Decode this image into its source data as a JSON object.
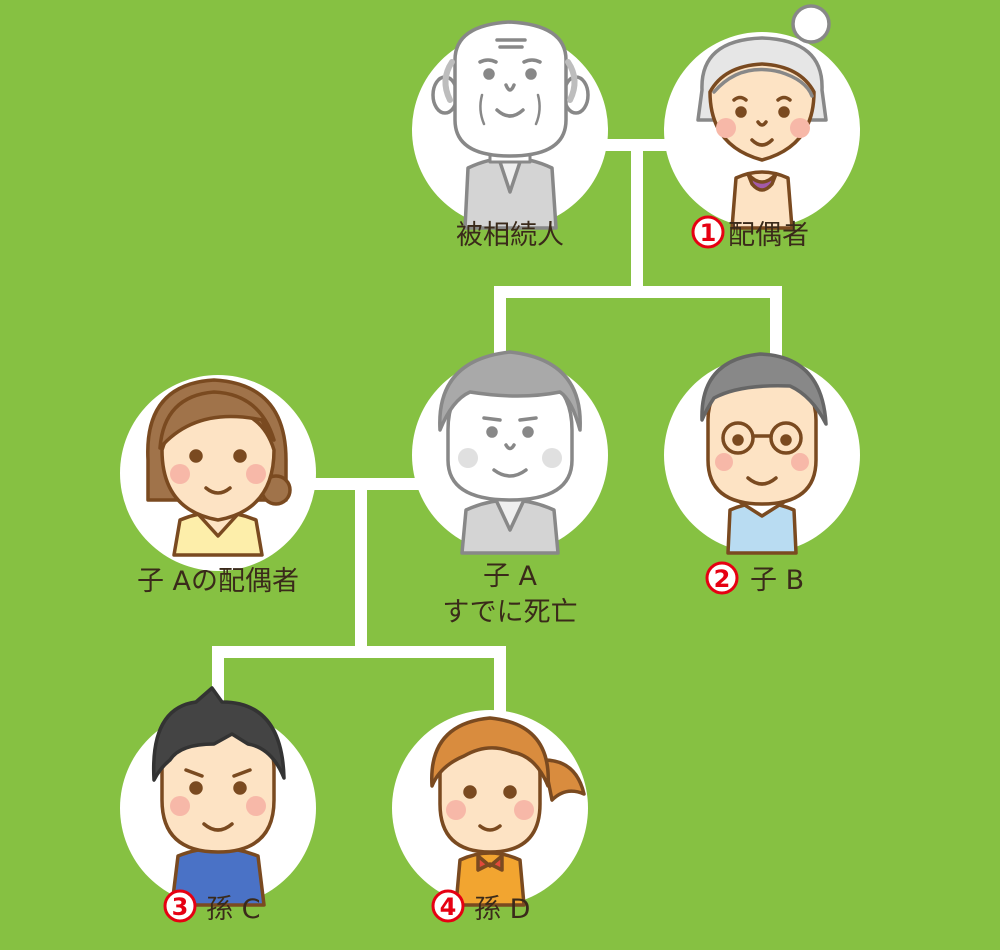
{
  "diagram": {
    "nodes": {
      "deceased": {
        "label": "被相続人"
      },
      "spouse": {
        "number": "1",
        "label": "配偶者"
      },
      "childA": {
        "label": "子 A",
        "sublabel": "すでに死亡"
      },
      "childB": {
        "number": "2",
        "label": "子 B"
      },
      "childASpouse": {
        "label": "子 Aの配偶者"
      },
      "grandchildC": {
        "number": "3",
        "label": "孫 C"
      },
      "grandchildD": {
        "number": "4",
        "label": "孫 D"
      }
    },
    "colors": {
      "background": "#86c142",
      "line": "#ffffff",
      "circle": "#ffffff",
      "number_mark": "#e60012",
      "label_text": "#3a2a1a",
      "skin": "#fde3c4",
      "cheek": "#f7b8a8",
      "outline_brown": "#7a4a20",
      "outline_gray": "#888888"
    },
    "icons": [
      "elderly-man-gray-icon",
      "elderly-woman-icon",
      "middle-aged-man-gray-icon",
      "man-with-glasses-icon",
      "woman-icon",
      "boy-icon",
      "girl-icon"
    ]
  }
}
